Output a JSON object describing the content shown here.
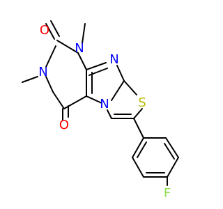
{
  "molecule": {
    "atoms": {
      "O_top": {
        "symbol": "O",
        "color": "#FF0000"
      },
      "N1": {
        "symbol": "N",
        "color": "#0000FF"
      },
      "N_left": {
        "symbol": "N",
        "color": "#0000FF"
      },
      "O_bottom": {
        "symbol": "O",
        "color": "#FF0000"
      },
      "N_ring": {
        "symbol": "N",
        "color": "#0000FF"
      },
      "N_bridge": {
        "symbol": "N",
        "color": "#0000FF"
      },
      "S": {
        "symbol": "S",
        "color": "#B8B800"
      },
      "F": {
        "symbol": "F",
        "color": "#90E050"
      }
    },
    "bond_color": "#000000",
    "background": "#FFFFFF"
  }
}
